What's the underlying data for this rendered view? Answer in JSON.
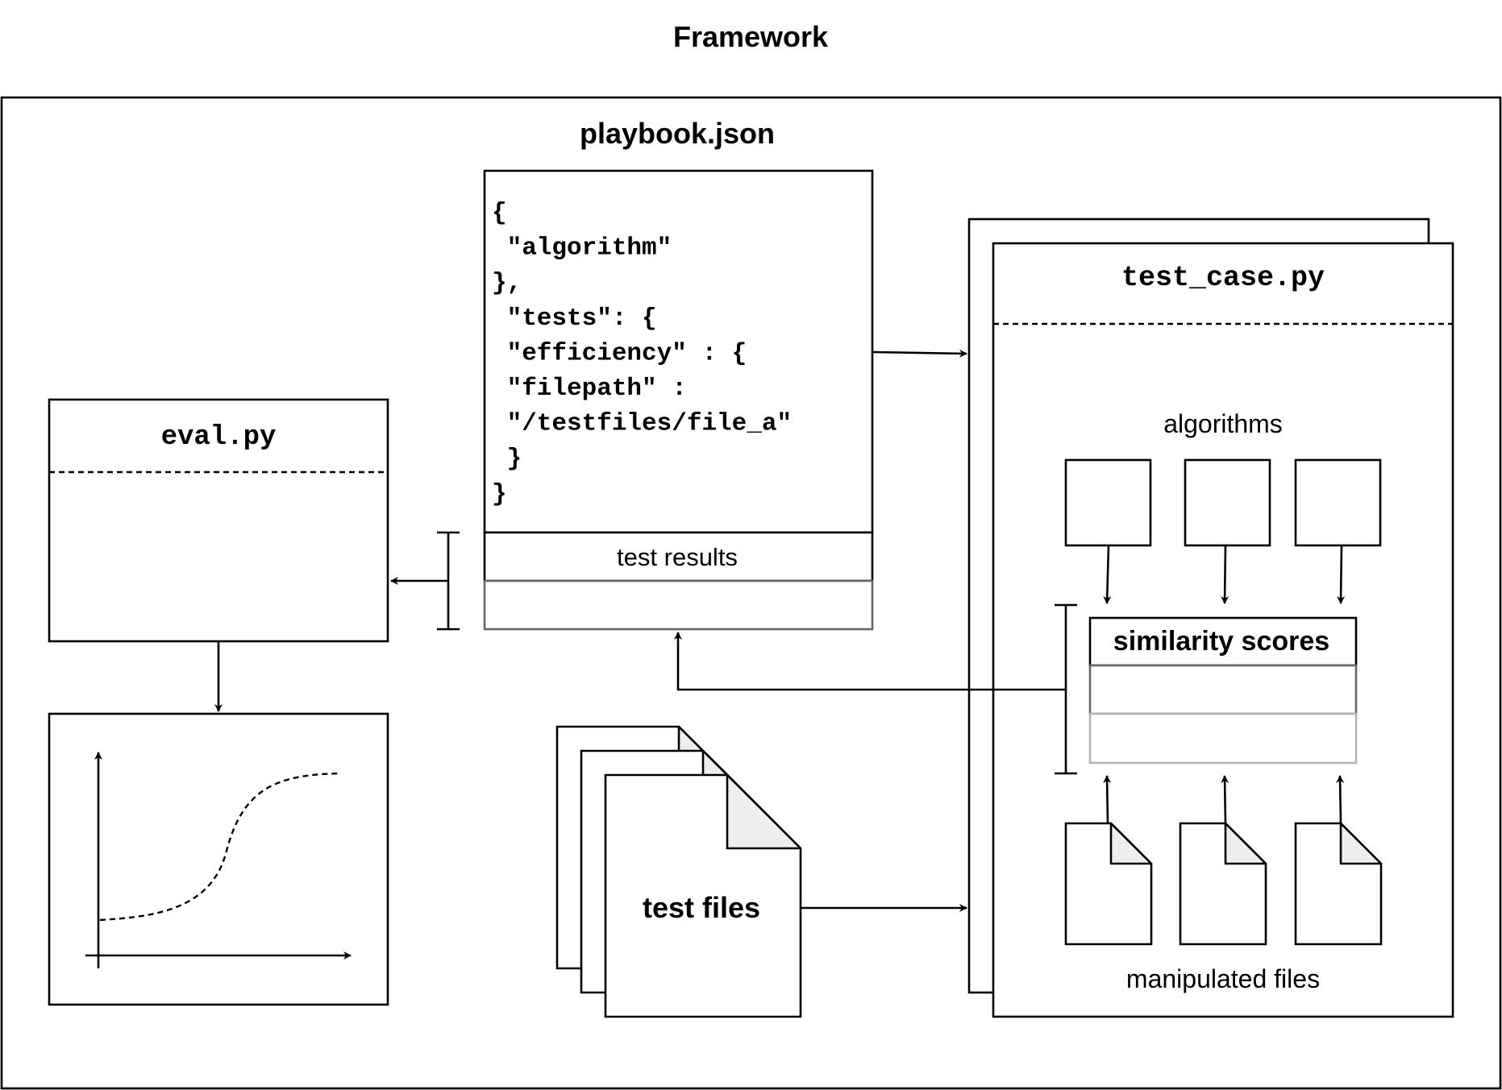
{
  "title": "Framework",
  "playbook": {
    "title": "playbook.json",
    "code_lines": [
      "{",
      " \"algorithm\"",
      "},",
      " \"tests\": {",
      " \"efficiency\" : {",
      " \"filepath\" :",
      " \"/testfiles/file_a\"",
      " }",
      "}"
    ],
    "results_label": "test results"
  },
  "eval": {
    "title": "eval.py"
  },
  "test_case": {
    "title": "test_case.py",
    "algorithms_label": "algorithms",
    "similarity_label": "similarity scores",
    "manipulated_label": "manipulated files"
  },
  "test_files": {
    "label": "test files"
  },
  "colors": {
    "stroke": "#000000",
    "row_gray": "#666666",
    "row_light_gray": "#b3b3b3",
    "fold_fill": "#eeeeee"
  }
}
